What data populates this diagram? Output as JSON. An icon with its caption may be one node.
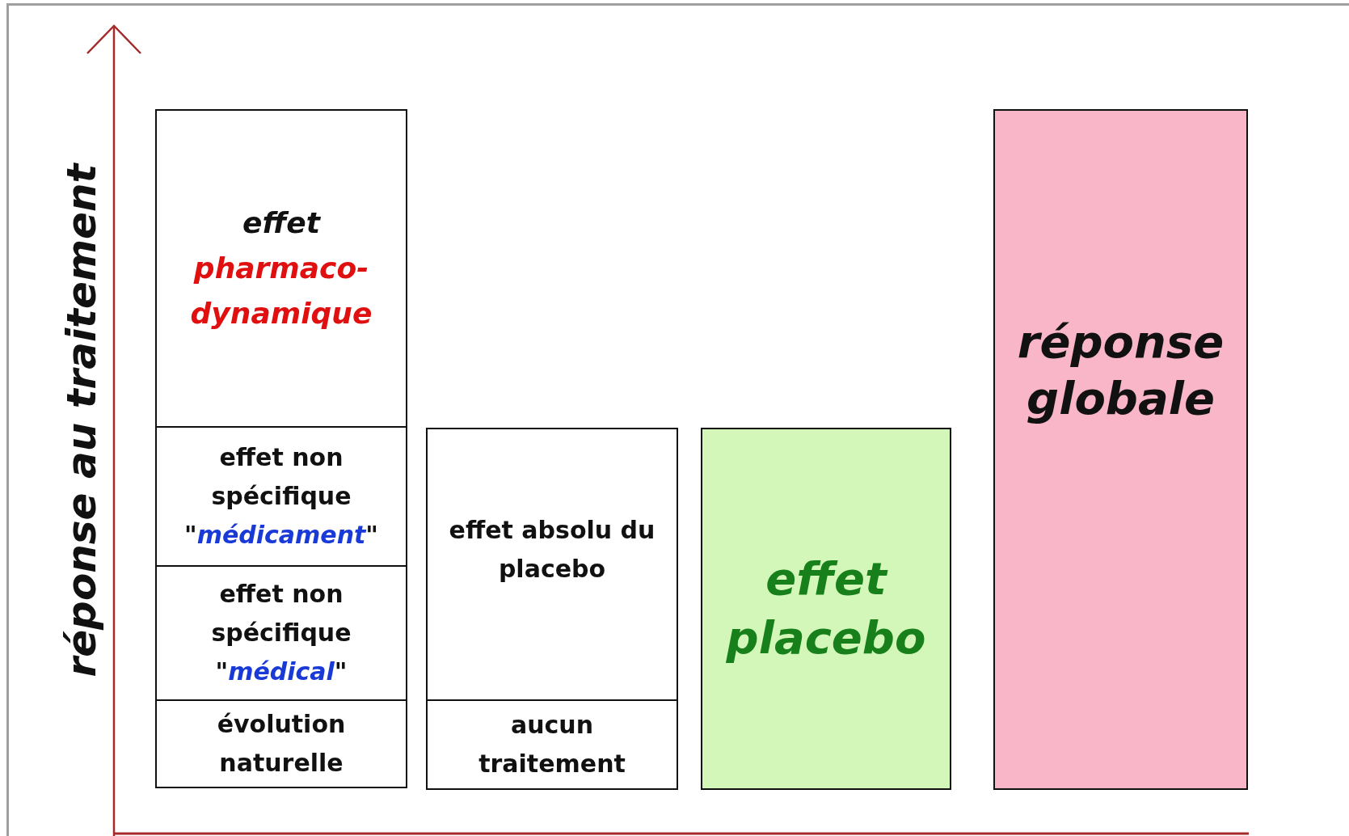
{
  "diagram": {
    "nodes": [
      {
        "text": [
          "effet",
          "pharmaco-dynamique"
        ]
      },
      {
        "text": [
          "effet non spécifique \"*médicament*\""
        ]
      },
      {
        "text": [
          "effet non spécifique \"*médical*\""
        ]
      },
      {
        "text": [
          "évolution naturelle"
        ]
      },
      {
        "text": [
          "effet absolu du placebo"
        ]
      },
      {
        "text": [
          "aucun traitement"
        ]
      },
      {
        "text": [
          "effet placebo"
        ]
      },
      {
        "text": [
          "réponse globale"
        ]
      }
    ],
    "labels": [
      "réponse au traitement"
    ]
  }
}
